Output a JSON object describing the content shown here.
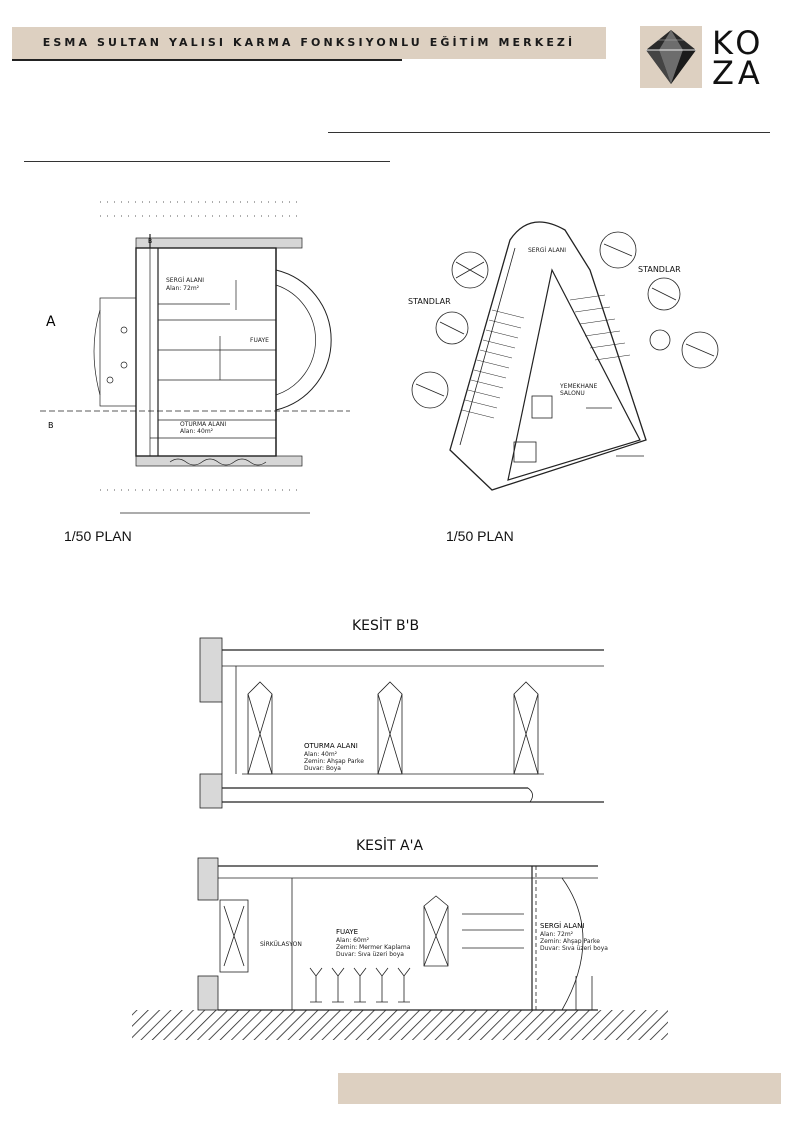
{
  "header": {
    "title": "ESMA SULTAN YALISI KARMA FONKSIYONLU EĞİTİM MERKEZİ"
  },
  "logo": {
    "line1": "KO",
    "line2": "ZA",
    "icon": "diamond-logo-icon"
  },
  "plans": {
    "left_label": "1/50 PLAN",
    "right_label": "1/50 PLAN",
    "markers": {
      "a": "A",
      "b": "B",
      "b_top": "B"
    },
    "right_stands": [
      "STANDLAR",
      "STANDLAR"
    ]
  },
  "sections": {
    "bb": {
      "title": "KESİT B'B",
      "room": "OTURMA ALANI"
    },
    "aa": {
      "title": "KESİT A'A",
      "room_left": "FUAYE",
      "room_right": "SERGİ ALANI"
    }
  },
  "colors": {
    "band": "#ddd0c1",
    "ink": "#111111"
  }
}
